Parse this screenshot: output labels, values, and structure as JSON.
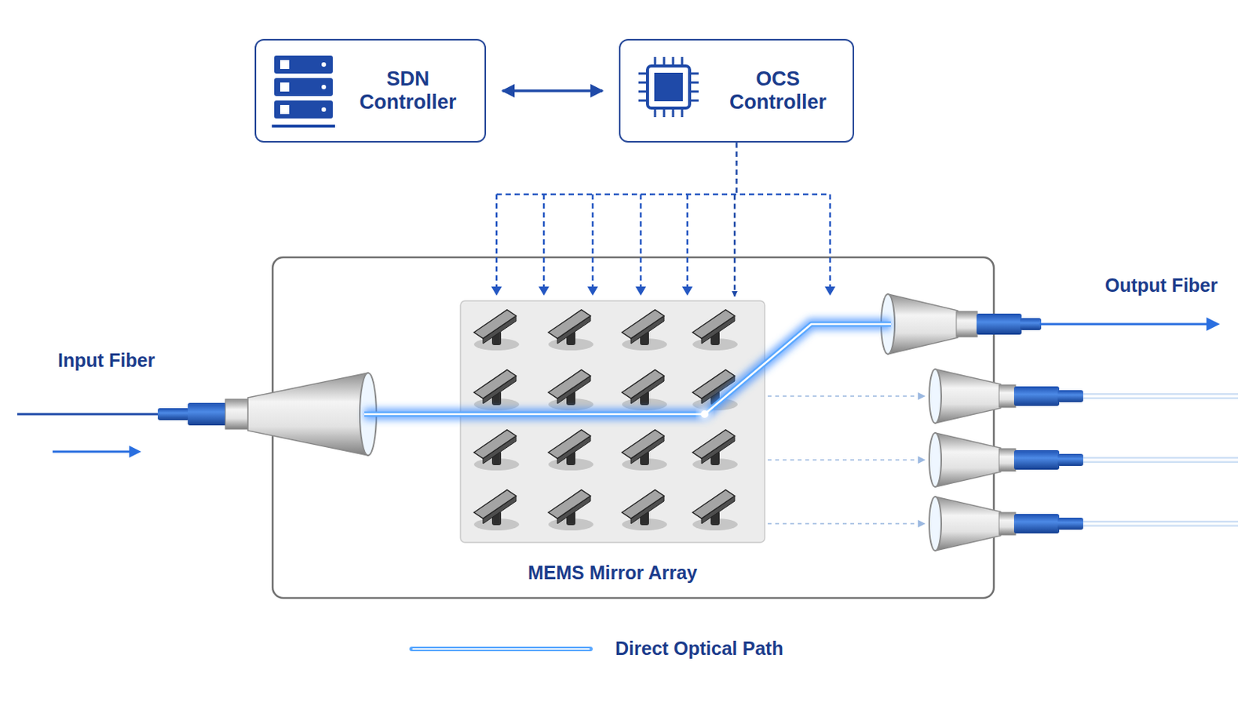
{
  "diagram": {
    "nodes": [
      {
        "text": [
          "SDN Controller"
        ]
      },
      {
        "text": [
          "OCS Controller"
        ]
      },
      {
        "text": [
          "MEMS Mirror Array"
        ]
      }
    ],
    "edges": [
      {
        "from": 0,
        "to": 1,
        "arrow": "both"
      },
      {
        "from": 1,
        "to": 2,
        "arrow": "to"
      }
    ],
    "labels": [
      "Input Fiber",
      "Output Fiber"
    ],
    "legend": [
      {
        "text": "Direct Optical Path"
      }
    ]
  }
}
